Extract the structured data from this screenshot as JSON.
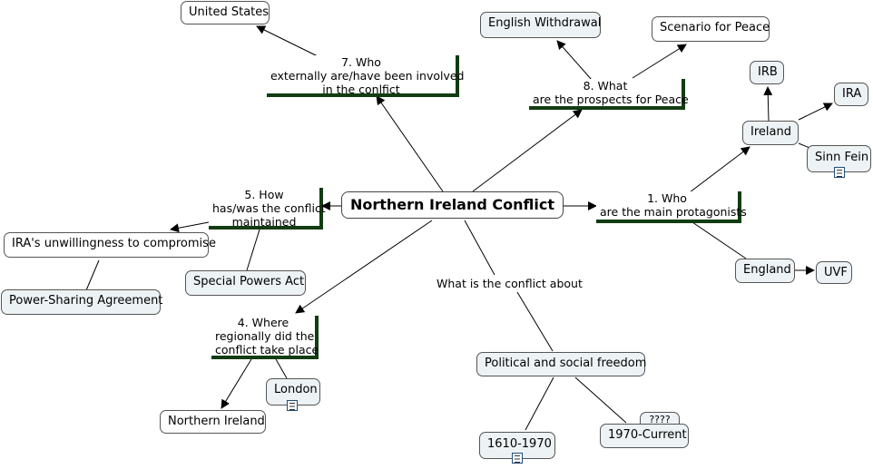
{
  "map": {
    "root": "Northern Ireland Conflict",
    "phrases": {
      "who_main": [
        "1. Who",
        "are the main protagonists"
      ],
      "where": [
        "4. Where",
        "regionally did the",
        "conflict take place"
      ],
      "maintained": [
        "5. How",
        "has/was the conflict",
        "maintained"
      ],
      "external": [
        "7. Who",
        "externally are/have been involved",
        "in the conlfict"
      ],
      "prospects": [
        "8. What",
        "are the prospects for Peace"
      ],
      "about": "What is the conflict about"
    },
    "concepts": {
      "united_states": "United States",
      "english_withdrawal": "English Withdrawal",
      "scenario_peace": "Scenario for Peace",
      "irb": "IRB",
      "ira": "IRA",
      "ireland": "Ireland",
      "sinn_fein": "Sinn Fein",
      "ira_unwilling": "IRA's unwillingness to compromise",
      "power_sharing": "Power-Sharing Agreement",
      "special_powers": "Special Powers Act",
      "england": "England",
      "uvf": "UVF",
      "political_freedom": "Political and social freedom",
      "london": "London",
      "northern_ireland": "Northern Ireland",
      "years_1610": "1610-1970",
      "years_1970": "1970-Current",
      "unknown": "????"
    }
  },
  "colors": {
    "phrase_underline": "#123c12",
    "node_tint": "#edf2f5",
    "line": "#000000"
  }
}
